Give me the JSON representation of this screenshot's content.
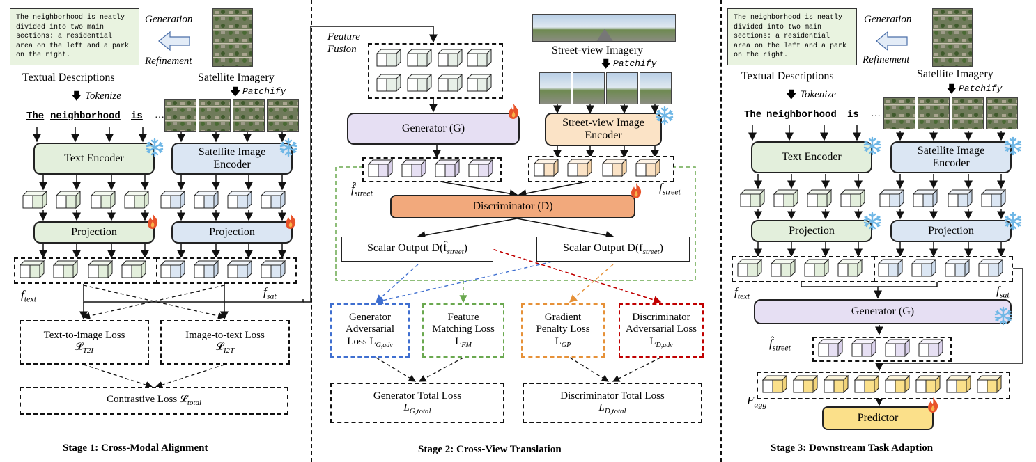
{
  "colors": {
    "text_fill": "#e3efdc",
    "sat_fill": "#dbe6f3",
    "gen_fill": "#e6dff3",
    "sv_fill": "#fbe3c6",
    "disc_fill": "#f2a97c",
    "pred_fill": "#fbe08a",
    "blue": "#3f6fd0",
    "green": "#6aa84f",
    "orange": "#e69138",
    "red": "#c00000",
    "fire": "#e8532a",
    "snow": "#6fb7e6"
  },
  "icons": [
    "fire-icon",
    "snowflake-icon",
    "arrow-left-icon",
    "arrow-down-icon"
  ],
  "stage1": {
    "caption_text": "The neighborhood is neatly divided into two main sections: a residential area on the left and a park on the right.",
    "generation": "Generation",
    "refinement": "Refinement",
    "textual_descriptions": "Textual Descriptions",
    "satellite_imagery": "Satellite Imagery",
    "tokenize": "Tokenize",
    "patchify": "Patchify",
    "tokens": [
      "The",
      "neighborhood",
      "is"
    ],
    "ellipsis": "…",
    "text_encoder": "Text Encoder",
    "sat_encoder": "Satellite Image Encoder",
    "projection": "Projection",
    "f_text": "f",
    "f_text_sub": "text",
    "f_sat": "f",
    "f_sat_sub": "sat",
    "t2i_loss": "Text-to-image Loss 𝓛",
    "t2i_sub": "T2I",
    "i2t_loss": "Image-to-text Loss 𝓛",
    "i2t_sub": "I2T",
    "contrastive": "Contrastive Loss 𝓛",
    "contrastive_sub": "total",
    "title": "Stage 1: Cross-Modal Alignment"
  },
  "stage2": {
    "feature_fusion": "Feature Fusion",
    "street_view_imagery": "Street-view Imagery",
    "patchify": "Patchify",
    "generator": "Generator (G)",
    "sv_encoder": "Street-view Image Encoder",
    "f_hat_street": "f̂",
    "f_hat_street_sub": "street",
    "f_street": "f",
    "f_street_sub": "street",
    "discriminator": "Discriminator (D)",
    "scalar_fake": "Scalar Output D(f̂",
    "scalar_real": "Scalar Output D(f",
    "scalar_sub": "street",
    "gen_adv": "Generator Adversarial Loss L",
    "gen_adv_sub": "G,adv",
    "fm": "Feature Matching Loss L",
    "fm_sub": "FM",
    "gp": "Gradient Penalty Loss L",
    "gp_sub": "GP",
    "disc_adv": "Discriminator Adversarial Loss L",
    "disc_adv_sub": "D,adv",
    "gen_total": "Generator Total Loss",
    "gen_total_l": "L",
    "gen_total_sub": "G,total",
    "disc_total": "Discriminator Total Loss",
    "disc_total_l": "L",
    "disc_total_sub": "D,total",
    "title": "Stage 2: Cross-View Translation"
  },
  "stage3": {
    "caption_text": "The neighborhood is neatly divided into two main sections: a residential area on the left and a park on the right.",
    "generation": "Generation",
    "refinement": "Refinement",
    "textual_descriptions": "Textual Descriptions",
    "satellite_imagery": "Satellite Imagery",
    "tokenize": "Tokenize",
    "patchify": "Patchify",
    "tokens": [
      "The",
      "neighborhood",
      "is"
    ],
    "ellipsis": "…",
    "text_encoder": "Text Encoder",
    "sat_encoder": "Satellite Image Encoder",
    "projection": "Projection",
    "f_text": "f",
    "f_text_sub": "text",
    "f_sat": "f",
    "f_sat_sub": "sat",
    "generator": "Generator (G)",
    "f_hat_street": "f̂",
    "f_hat_street_sub": "street",
    "f_agg": "F",
    "f_agg_sub": "agg",
    "predictor": "Predictor",
    "title": "Stage 3: Downstream Task Adaption"
  }
}
